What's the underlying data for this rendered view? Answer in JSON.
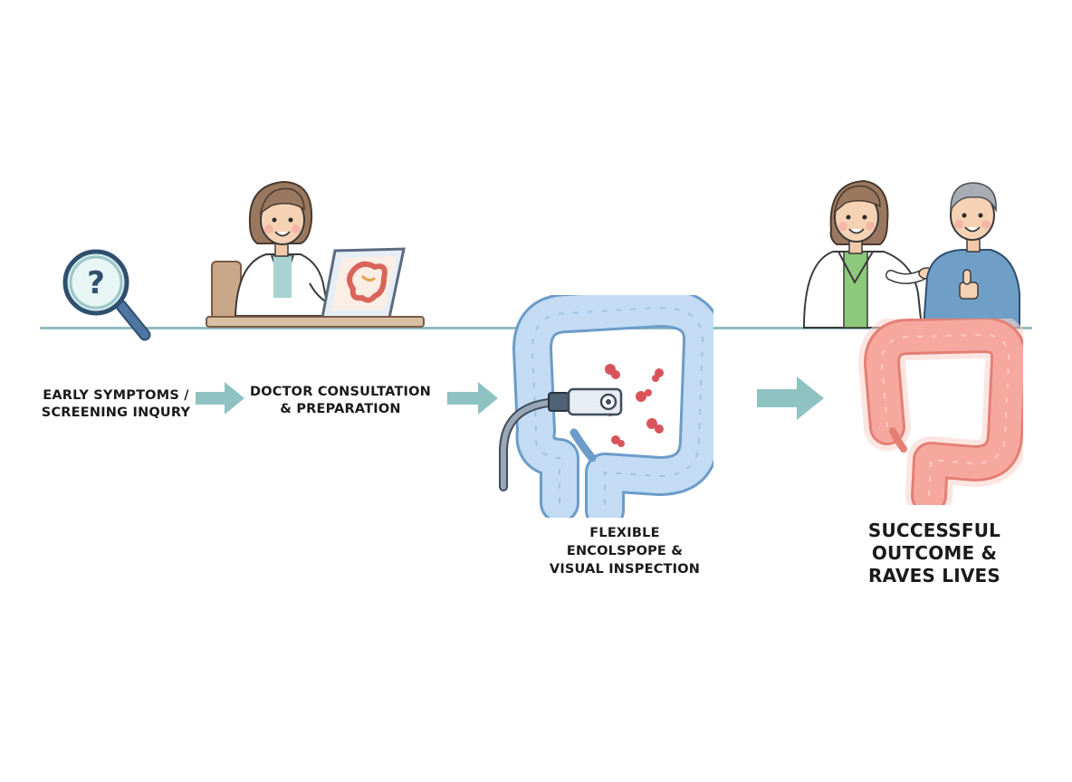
{
  "steps": [
    {
      "line1": "EARLY SYMPTOMS /",
      "line2": "SCREENING INQURY"
    },
    {
      "line1": "DOCTOR CONSULTATION",
      "line2": "& PREPARATION"
    },
    {
      "line1": "FLEXIBLE",
      "line2": "ENCOLSPOPE &",
      "line3": "VISUAL INSPECTION"
    },
    {
      "line1": "SUCCESSFUL",
      "line2": "OUTCOME &",
      "line3": "RAVES LIVES"
    }
  ],
  "icons": {
    "step1": "magnifying-glass-question-icon",
    "step2": "doctor-at-laptop-icon",
    "step3": "colon-with-endoscope-icon",
    "step4": "doctor-and-patient-icon",
    "step4b": "healthy-colon-icon",
    "arrow": "right-arrow-icon"
  },
  "colors": {
    "timeline": "#8fbcc0",
    "arrow": "#8fc3c3",
    "colon_blue": "#b9d8f2",
    "colon_red": "#f4a49c",
    "polyp": "#d9545a",
    "coat": "#ffffff",
    "scrub_teal": "#a8d3d3",
    "scrub_green": "#8cc97a",
    "patient_shirt": "#6f9fc6"
  }
}
